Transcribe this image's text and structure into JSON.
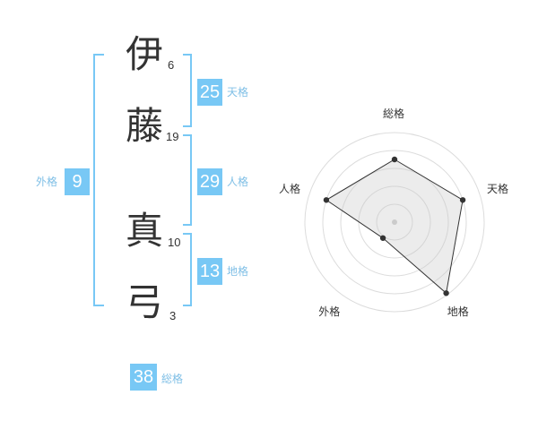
{
  "name": {
    "chars": [
      {
        "char": "伊",
        "strokes": "6"
      },
      {
        "char": "藤",
        "strokes": "19"
      },
      {
        "char": "真",
        "strokes": "10"
      },
      {
        "char": "弓",
        "strokes": "3"
      }
    ]
  },
  "fortunes": {
    "tenkaku": {
      "value": "25",
      "label": "天格"
    },
    "jinkaku": {
      "value": "29",
      "label": "人格"
    },
    "chikaku": {
      "value": "13",
      "label": "地格"
    },
    "gaikaku": {
      "value": "9",
      "label": "外格"
    },
    "soukaku": {
      "value": "38",
      "label": "総格"
    }
  },
  "colors": {
    "accent": "#78c8f5",
    "label": "#7fbfe6",
    "text": "#333333"
  },
  "chart_data": {
    "type": "radar",
    "axes": [
      "総格",
      "天格",
      "地格",
      "外格",
      "人格"
    ],
    "values": [
      0.7,
      0.8,
      0.98,
      0.22,
      0.8
    ],
    "max": 1,
    "rings": 5
  }
}
